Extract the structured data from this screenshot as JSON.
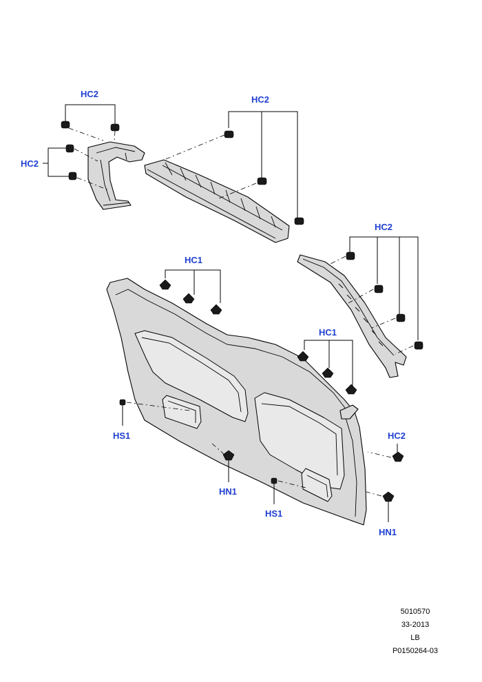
{
  "callouts": {
    "hc2_top_left": "HC2",
    "hc2_left": "HC2",
    "hc2_top_center": "HC2",
    "hc2_right": "HC2",
    "hc1_center": "HC1",
    "hc1_right": "HC1",
    "hs1_left": "HS1",
    "hn1_center": "HN1",
    "hs1_center": "HS1",
    "hc2_lower_right": "HC2",
    "hn1_right": "HN1"
  },
  "reference": {
    "line1": "5010570",
    "line2": "33-2013",
    "line3": "LB",
    "line4": "P0150264-03"
  },
  "colors": {
    "callout_text": "#1f3fd1",
    "part_fill": "#d9d9d9",
    "line": "#000000"
  }
}
